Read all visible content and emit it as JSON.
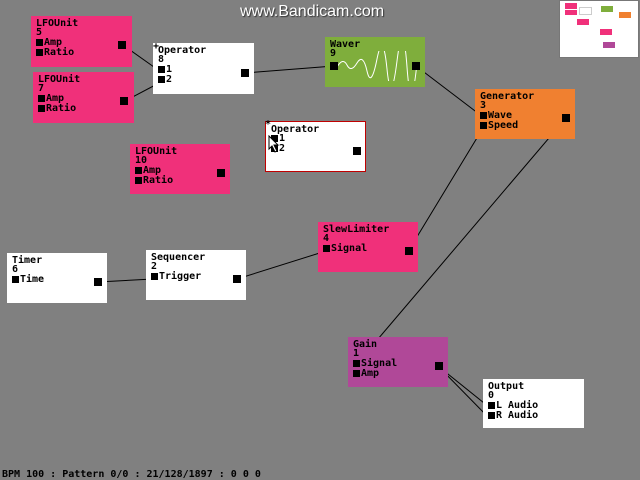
{
  "watermark": "www.Bandicam.com",
  "status_text": "BPM 100 : Pattern 0/0 : 21/128/1897 : 0 0 0",
  "colors": {
    "background": "#808080",
    "pink": "#f0307a",
    "green": "#7fae3c",
    "orange": "#f08030",
    "purple": "#b04898",
    "white": "#ffffff"
  },
  "nodes": {
    "lfo5": {
      "title": "LFOUnit",
      "id": "5",
      "ports": [
        "Amp",
        "Ratio"
      ]
    },
    "lfo7": {
      "title": "LFOUnit",
      "id": "7",
      "ports": [
        "Amp",
        "Ratio"
      ]
    },
    "op8": {
      "title": "Operator",
      "id": "8",
      "ports": [
        "1",
        "2"
      ]
    },
    "waver": {
      "title": "Waver",
      "id": "9",
      "ports": []
    },
    "gen": {
      "title": "Generator",
      "id": "3",
      "ports": [
        "Wave",
        "Speed"
      ]
    },
    "opNew": {
      "title": "Operator",
      "id": "",
      "ports": [
        "1",
        "2"
      ]
    },
    "lfo10": {
      "title": "LFOUnit",
      "id": "10",
      "ports": [
        "Amp",
        "Ratio"
      ]
    },
    "slew": {
      "title": "SlewLimiter",
      "id": "4",
      "ports": [
        "Signal"
      ]
    },
    "timer": {
      "title": "Timer",
      "id": "6",
      "ports": [
        "Time"
      ]
    },
    "seq": {
      "title": "Sequencer",
      "id": "2",
      "ports": [
        "Trigger"
      ]
    },
    "gain": {
      "title": "Gain",
      "id": "1",
      "ports": [
        "Signal",
        "Amp"
      ]
    },
    "output": {
      "title": "Output",
      "id": "0",
      "ports": [
        "L Audio",
        "R Audio"
      ]
    }
  },
  "icons": {
    "cursor": "arrow-cursor-icon",
    "drag": "star-drag-handle-icon"
  }
}
